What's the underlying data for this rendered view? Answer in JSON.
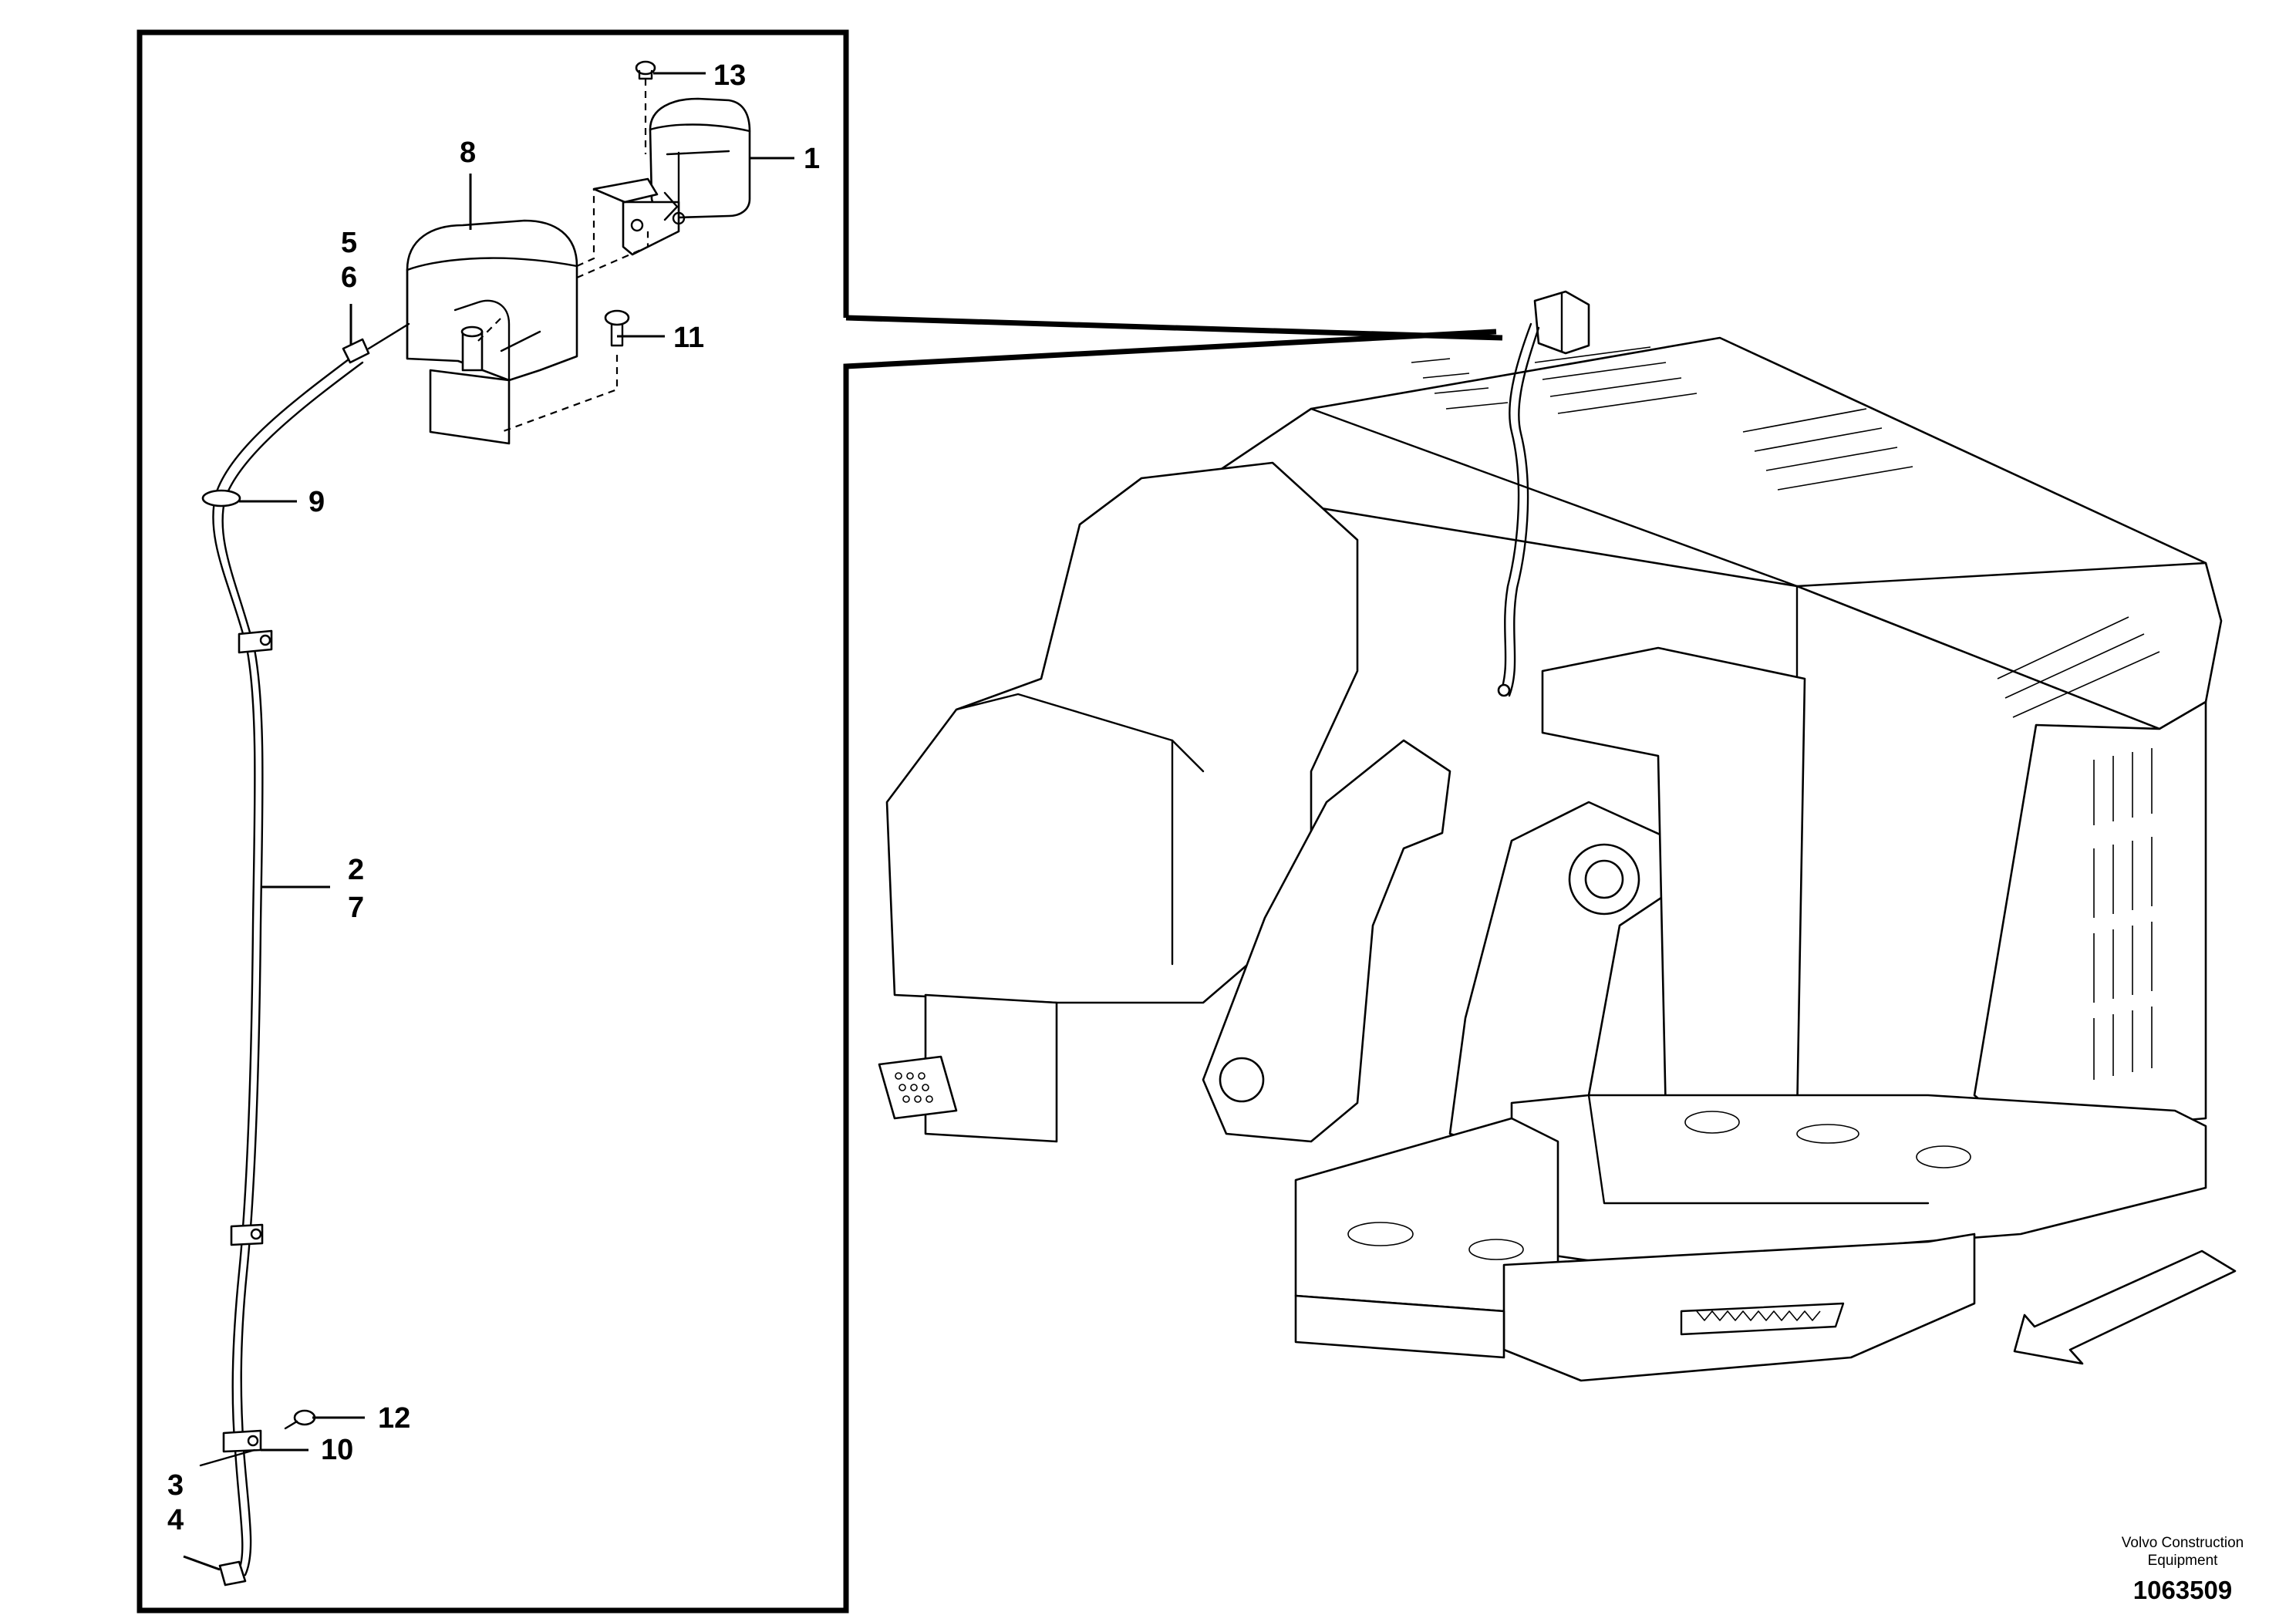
{
  "callouts": {
    "c1": "1",
    "c2": "2",
    "c7": "7",
    "c3": "3",
    "c4": "4",
    "c5": "5",
    "c6": "6",
    "c8": "8",
    "c9": "9",
    "c10": "10",
    "c11": "11",
    "c12": "12",
    "c13": "13"
  },
  "footer": {
    "company_line1": "Volvo Construction",
    "company_line2": "Equipment",
    "drawing_number": "1063509"
  }
}
